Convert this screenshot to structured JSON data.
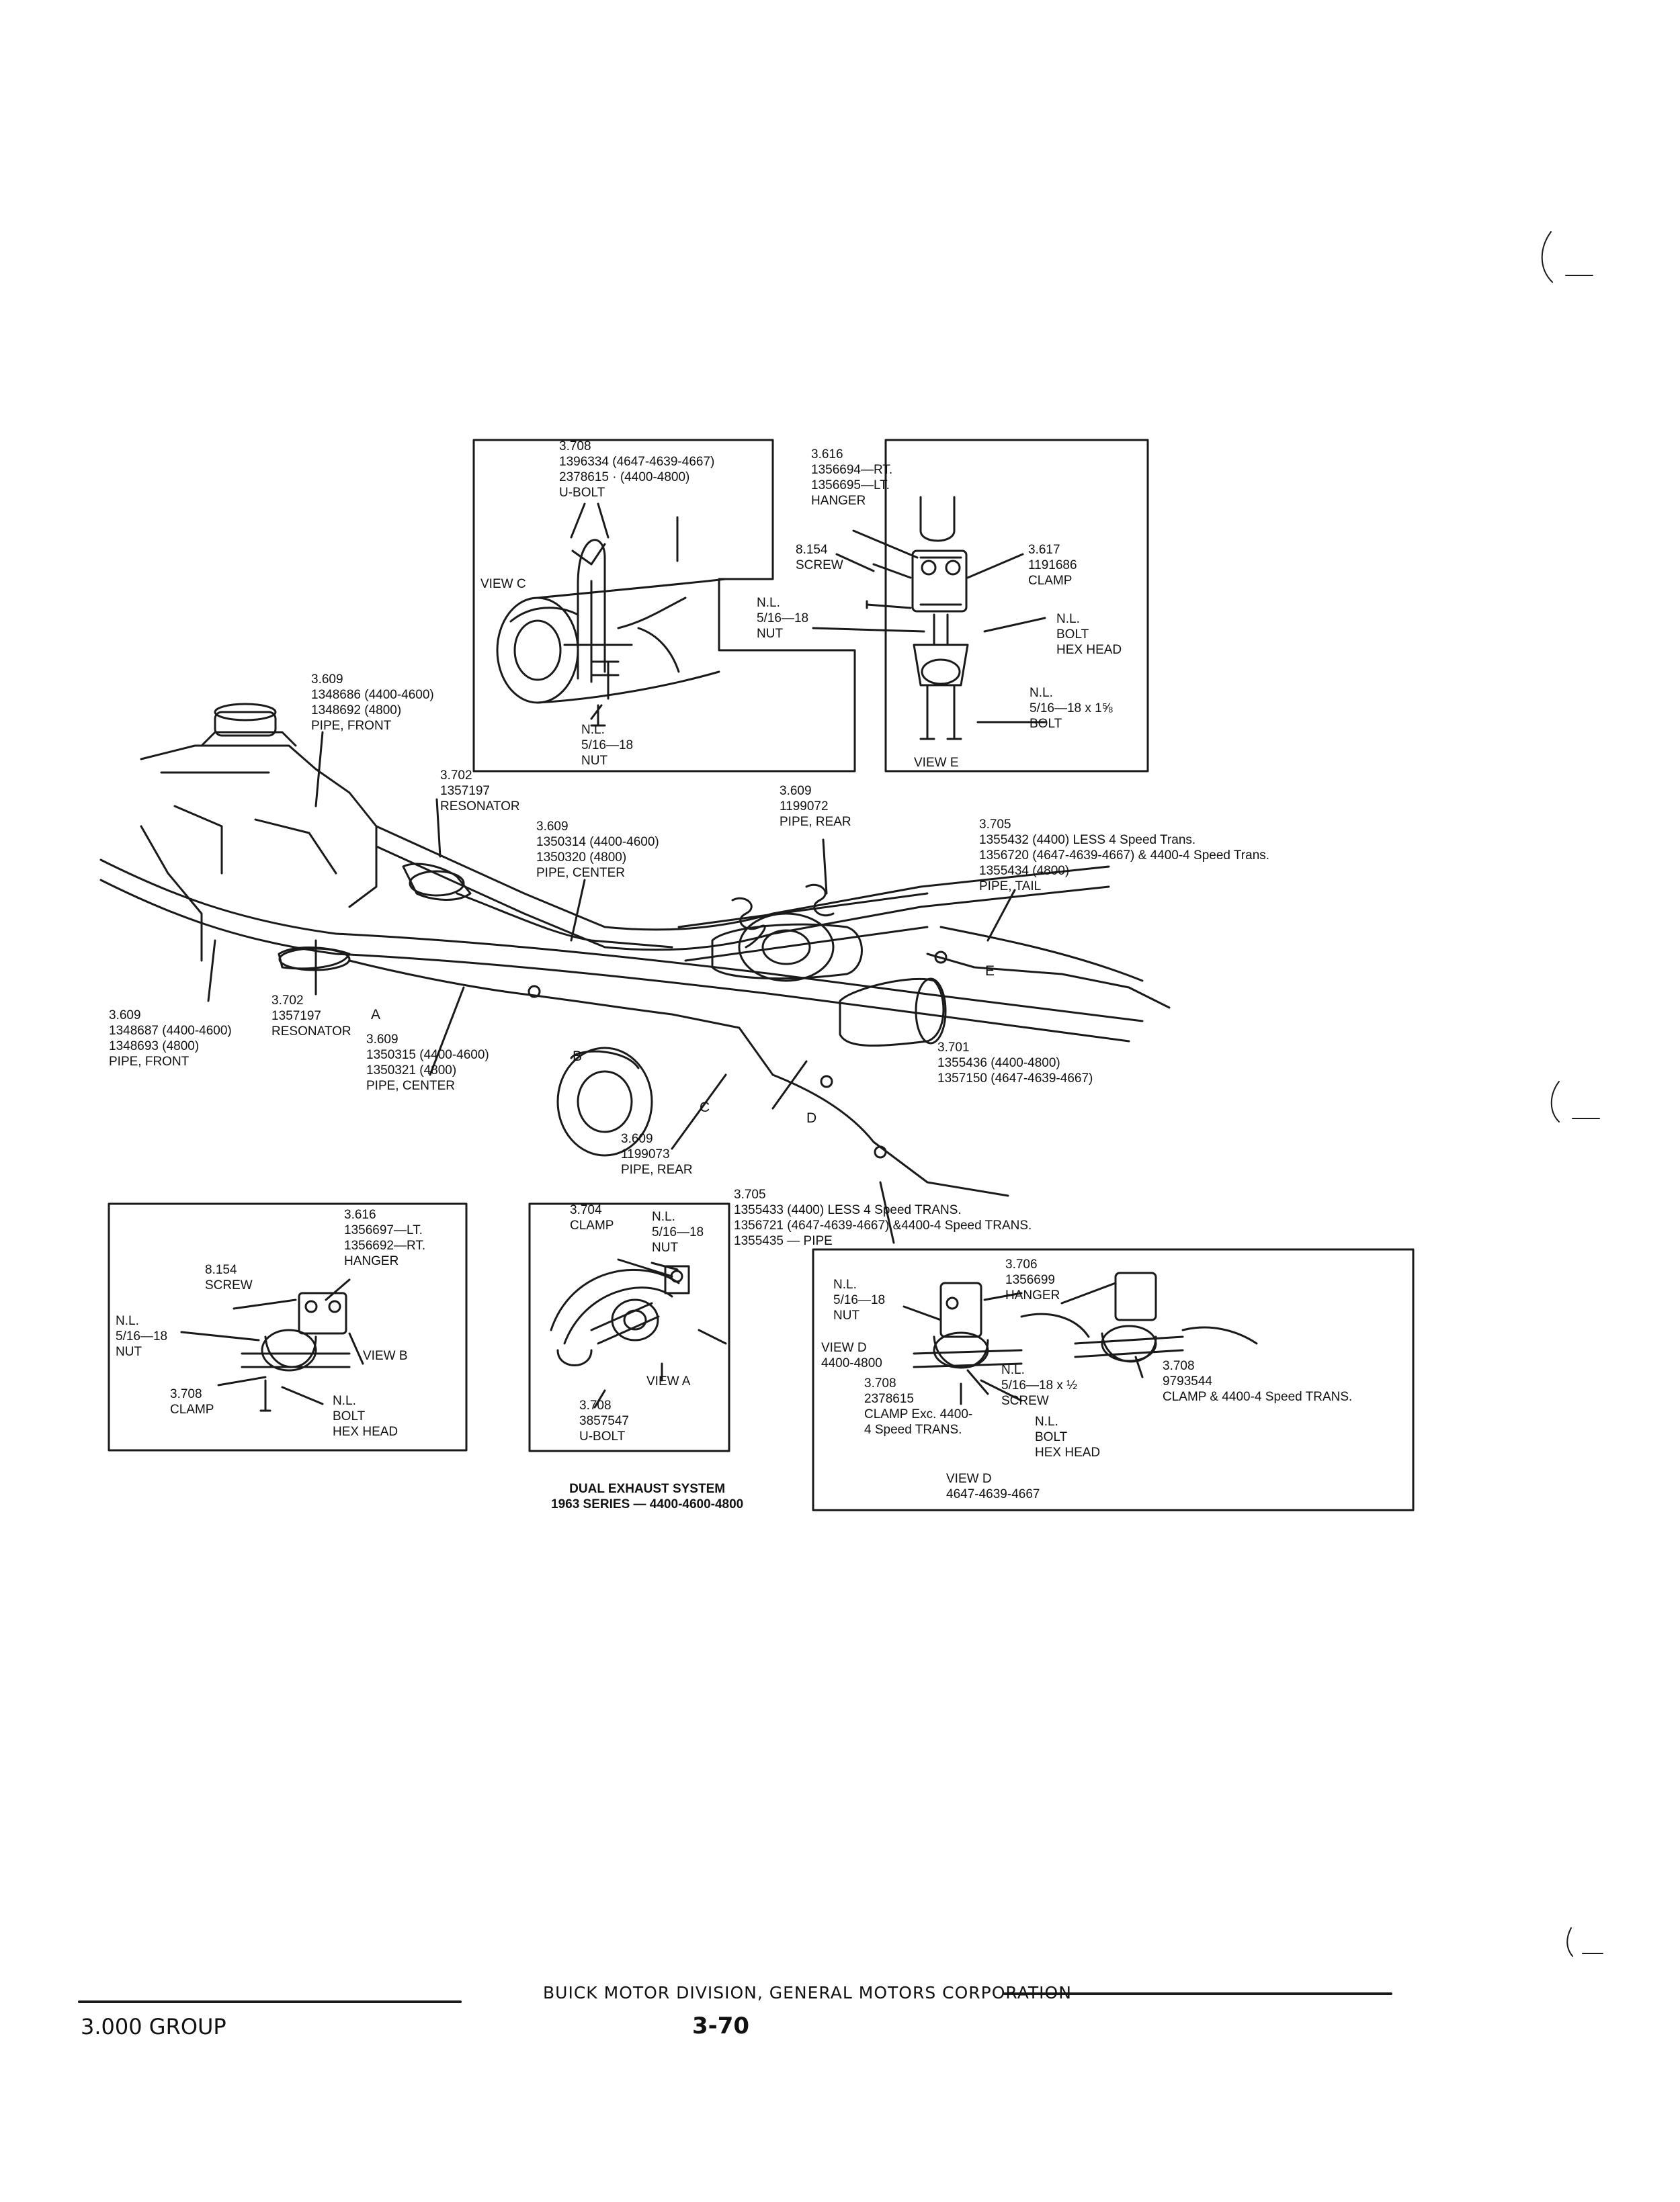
{
  "labels": {
    "vc_part": [
      "3.708",
      "1396334 (4647-4639-4667)",
      "2378615 · (4400-4800)",
      "U-BOLT"
    ],
    "vc_title": [
      "VIEW C"
    ],
    "vc_nut": [
      "N.L.",
      "5/16—18",
      "NUT"
    ],
    "ve_hanger": [
      "3.616",
      "1356694—RT.",
      "1356695—LT.",
      "HANGER"
    ],
    "ve_screw": [
      "8.154",
      "SCREW"
    ],
    "ve_clamp": [
      "3.617",
      "1191686",
      "CLAMP"
    ],
    "ve_nut": [
      "N.L.",
      "5/16—18",
      "NUT"
    ],
    "ve_bolt_hex": [
      "N.L.",
      "BOLT",
      "HEX HEAD"
    ],
    "ve_bolt": [
      "N.L.",
      "5/16—18 x 1⅝",
      "BOLT"
    ],
    "ve_title": [
      "VIEW E"
    ],
    "pipe_front_top": [
      "3.609",
      "1348686 (4400-4600)",
      "1348692 (4800)",
      "PIPE, FRONT"
    ],
    "resonator_top": [
      "3.702",
      "1357197",
      "RESONATOR"
    ],
    "pipe_center_top": [
      "3.609",
      "1350314 (4400-4600)",
      "1350320 (4800)",
      "PIPE, CENTER"
    ],
    "pipe_rear_top": [
      "3.609",
      "1199072",
      "PIPE, REAR"
    ],
    "pipe_tail_top": [
      "3.705",
      "1355432 (4400) LESS 4 Speed Trans.",
      "1356720 (4647-4639-4667) & 4400-4 Speed Trans.",
      "1355434 (4800)",
      "PIPE, TAIL"
    ],
    "pipe_front_bottom": [
      "3.609",
      "1348687 (4400-4600)",
      "1348693 (4800)",
      "PIPE, FRONT"
    ],
    "resonator_bottom": [
      "3.702",
      "1357197",
      "RESONATOR"
    ],
    "pipe_center_bottom": [
      "3.609",
      "1350315 (4400-4600)",
      "1350321 (4800)",
      "PIPE, CENTER"
    ],
    "muffler": [
      "3.701",
      "1355436 (4400-4800)",
      "1357150 (4647-4639-4667)"
    ],
    "pipe_rear_bottom": [
      "3.609",
      "1199073",
      "PIPE, REAR"
    ],
    "pipe_bottom": [
      "3.705",
      "1355433 (4400) LESS 4 Speed TRANS.",
      "1356721 (4647-4639-4667) &4400-4 Speed TRANS.",
      "1355435 — PIPE"
    ],
    "letter_a": [
      "A"
    ],
    "letter_b": [
      "B"
    ],
    "letter_c": [
      "C"
    ],
    "letter_d": [
      "D"
    ],
    "letter_e": [
      "E"
    ],
    "vb_hanger": [
      "3.616",
      "1356697—LT.",
      "1356692—RT.",
      "HANGER"
    ],
    "vb_screw": [
      "8.154",
      "SCREW"
    ],
    "vb_nut": [
      "N.L.",
      "5/16—18",
      "NUT"
    ],
    "vb_title": [
      "VIEW B"
    ],
    "vb_clamp": [
      "3.708",
      "CLAMP"
    ],
    "vb_bolt": [
      "N.L.",
      "BOLT",
      "HEX HEAD"
    ],
    "va_clamp": [
      "3.704",
      "CLAMP"
    ],
    "va_nut": [
      "N.L.",
      "5/16—18",
      "NUT"
    ],
    "va_title": [
      "VIEW A"
    ],
    "va_ubolt": [
      "3.708",
      "3857547",
      "U-BOLT"
    ],
    "vd_hanger": [
      "3.706",
      "1356699",
      "HANGER"
    ],
    "vd_nut": [
      "N.L.",
      "5/16—18",
      "NUT"
    ],
    "vd_view1": [
      "VIEW D",
      "4400-4800"
    ],
    "vd_clamp1": [
      "3.708",
      "2378615",
      "CLAMP Exc. 4400-",
      "4 Speed TRANS."
    ],
    "vd_screw": [
      "N.L.",
      "5/16—18 x ½",
      "SCREW"
    ],
    "vd_bolt": [
      "N.L.",
      "BOLT",
      "HEX HEAD"
    ],
    "vd_clamp2": [
      "3.708",
      "9793544",
      "CLAMP & 4400-4 Speed TRANS."
    ],
    "vd_view2": [
      "VIEW D",
      "4647-4639-4667"
    ],
    "caption": [
      "DUAL EXHAUST SYSTEM",
      "1963 SERIES — 4400-4600-4800"
    ]
  },
  "footer": {
    "corporation": "BUICK MOTOR DIVISION, GENERAL MOTORS CORPORATION",
    "group": "3.000 GROUP",
    "page": "3-70"
  }
}
